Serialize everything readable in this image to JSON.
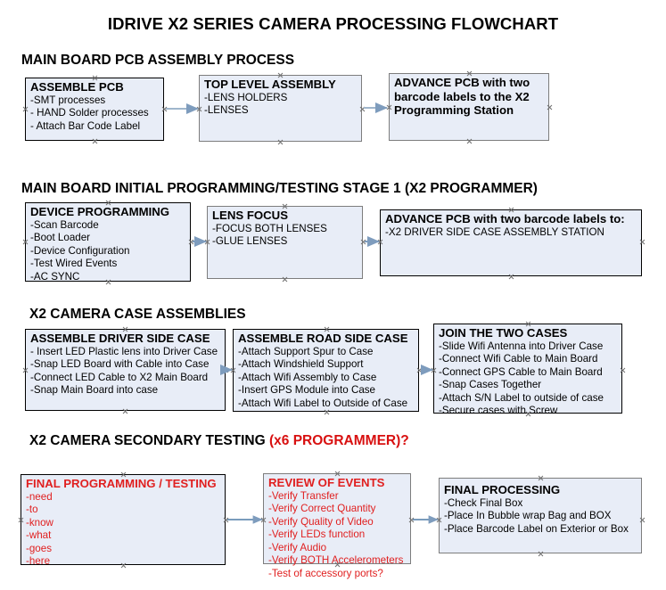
{
  "document": {
    "title": "IDRIVE X2  SERIES CAMERA PROCESSING FLOWCHART"
  },
  "sections": [
    {
      "id": "main-board-pcb-assembly",
      "heading": "MAIN BOARD PCB ASSEMBLY PROCESS",
      "heading_suffix": "",
      "boxes": [
        {
          "id": "assemble-pcb",
          "title": "ASSEMBLE PCB",
          "lines": [
            "-SMT processes",
            "- HAND Solder processes",
            "- Attach Bar Code Label"
          ],
          "border": "black",
          "text_color": "#000000"
        },
        {
          "id": "top-level-assembly",
          "title": "TOP LEVEL ASSEMBLY",
          "lines": [
            "-LENS HOLDERS",
            "-LENSES"
          ],
          "border": "gray",
          "text_color": "#000000"
        },
        {
          "id": "advance-pcb-programming-station",
          "title": "ADVANCE PCB with two barcode labels to the  X2 Programming Station",
          "lines": [],
          "border": "gray",
          "text_color": "#000000"
        }
      ]
    },
    {
      "id": "main-board-initial-programming",
      "heading": "MAIN BOARD INITIAL PROGRAMMING/TESTING STAGE 1 (X2 PROGRAMMER)",
      "heading_suffix": "",
      "boxes": [
        {
          "id": "device-programming",
          "title": "DEVICE PROGRAMMING",
          "lines": [
            "-Scan Barcode",
            "-Boot Loader",
            "-Device Configuration",
            "-Test Wired Events",
            "-AC SYNC"
          ],
          "border": "black",
          "text_color": "#000000"
        },
        {
          "id": "lens-focus",
          "title": "LENS FOCUS",
          "lines": [
            "-FOCUS BOTH LENSES",
            "-GLUE LENSES"
          ],
          "border": "gray",
          "text_color": "#000000"
        },
        {
          "id": "advance-pcb-driver-side-station",
          "title": "ADVANCE PCB with two barcode labels to:",
          "lines": [
            "-X2 DRIVER  SIDE  CASE  ASSEMBLY STATION"
          ],
          "border": "black",
          "text_color": "#000000"
        }
      ]
    },
    {
      "id": "x2-camera-case-assemblies",
      "heading": "X2 CAMERA CASE ASSEMBLIES",
      "heading_suffix": "",
      "boxes": [
        {
          "id": "assemble-driver-side-case",
          "title": "ASSEMBLE DRIVER SIDE CASE",
          "lines": [
            "- Insert LED Plastic lens into Driver Case",
            "-Snap LED Board with Cable into Case",
            "-Connect LED Cable to X2 Main Board",
            "-Snap Main Board into case"
          ],
          "border": "black",
          "text_color": "#000000"
        },
        {
          "id": "assemble-road-side-case",
          "title": "ASSEMBLE ROAD SIDE CASE",
          "lines": [
            "-Attach Support Spur to Case",
            "-Attach Windshield Support",
            "-Attach Wifi Assembly to Case",
            "-Insert GPS Module into Case",
            "-Attach Wifi Label to Outside of Case"
          ],
          "border": "black",
          "text_color": "#000000"
        },
        {
          "id": "join-the-two-cases",
          "title": "JOIN THE TWO CASES",
          "lines": [
            "-Slide Wifi Antenna into Driver Case",
            "-Connect Wifi Cable to Main Board",
            "-Connect GPS Cable to Main Board",
            "-Snap Cases Together",
            "-Attach S/N Label to outside of case",
            "-Secure cases with Screw"
          ],
          "border": "black",
          "text_color": "#000000"
        }
      ]
    },
    {
      "id": "x2-camera-secondary-testing",
      "heading": "X2 CAMERA SECONDARY TESTING ",
      "heading_suffix": "(x6 PROGRAMMER)?",
      "boxes": [
        {
          "id": "final-programming-testing",
          "title": "FINAL PROGRAMMING / TESTING",
          "lines": [
            "-need",
            "-to",
            "-know",
            "-what",
            "-goes",
            "-here"
          ],
          "border": "black",
          "text_color": "#e02020"
        },
        {
          "id": "review-of-events",
          "title": "REVIEW OF EVENTS",
          "lines": [
            "-Verify Transfer",
            "-Verify Correct Quantity",
            "-Verify Quality of Video",
            "-Verify LEDs function",
            "-Verify Audio",
            "-Verify BOTH Accelerometers",
            "-Test of accessory ports?"
          ],
          "border": "gray",
          "text_color": "#e02020"
        },
        {
          "id": "final-processing",
          "title": "FINAL PROCESSING",
          "lines": [
            " -Check Final Box",
            "-Place In Bubble wrap Bag and BOX",
            "-Place Barcode Label on Exterior or Box"
          ],
          "border": "gray",
          "text_color": "#000000"
        }
      ]
    }
  ],
  "connectors": [
    {
      "id": "arrow-assemble-pcb-to-top-level",
      "from": "assemble-pcb",
      "to": "top-level-assembly"
    },
    {
      "id": "arrow-top-level-to-advance-pcb",
      "from": "top-level-assembly",
      "to": "advance-pcb-programming-station"
    },
    {
      "id": "arrow-device-programming-to-lens-focus",
      "from": "device-programming",
      "to": "lens-focus"
    },
    {
      "id": "arrow-lens-focus-to-advance-pcb",
      "from": "lens-focus",
      "to": "advance-pcb-driver-side-station"
    },
    {
      "id": "arrow-driver-case-to-road-case",
      "from": "assemble-driver-side-case",
      "to": "assemble-road-side-case"
    },
    {
      "id": "arrow-road-case-to-join-cases",
      "from": "assemble-road-side-case",
      "to": "join-the-two-cases"
    },
    {
      "id": "arrow-final-programming-to-review",
      "from": "final-programming-testing",
      "to": "review-of-events"
    },
    {
      "id": "arrow-review-to-final-processing",
      "from": "review-of-events",
      "to": "final-processing"
    }
  ],
  "colors": {
    "box_fill": "#e8edf7",
    "box_border_black": "#000000",
    "box_border_gray": "#7d7d7d",
    "arrow": "#7e9cbd",
    "accent_red": "#e02020",
    "heading_red": "#d81010",
    "text": "#000000"
  }
}
